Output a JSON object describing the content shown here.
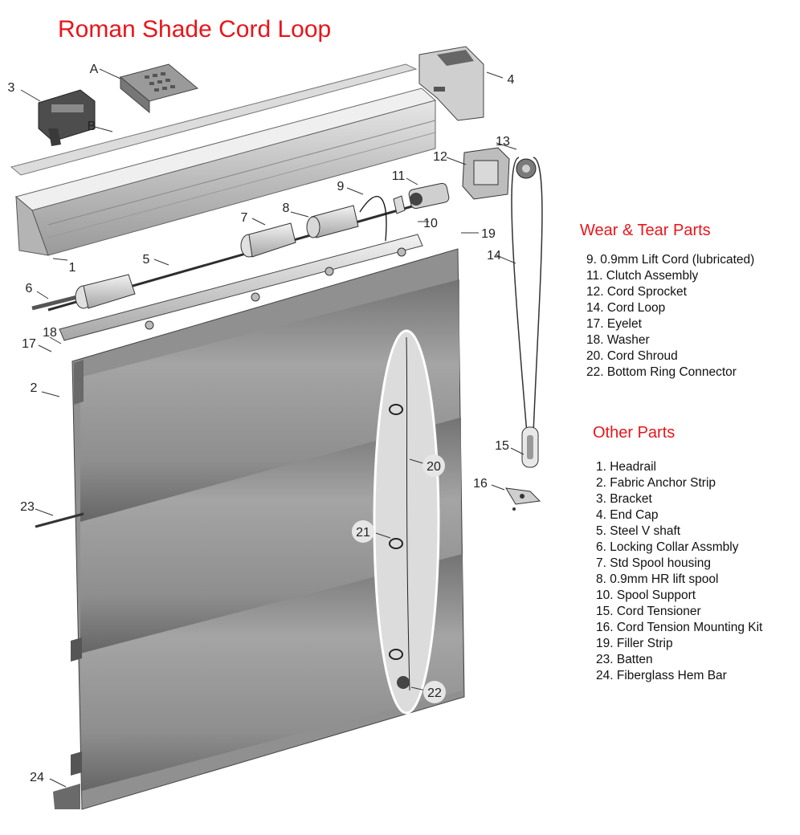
{
  "title": "Roman Shade Cord Loop",
  "wear_tear": {
    "title": "Wear & Tear Parts",
    "items": [
      "9. 0.9mm Lift Cord (lubricated)",
      "11. Clutch Assembly",
      "12. Cord Sprocket",
      "14. Cord Loop",
      "17. Eyelet",
      "18. Washer",
      "20. Cord Shroud",
      "22. Bottom Ring Connector"
    ]
  },
  "other": {
    "title": "Other Parts",
    "items": [
      "1. Headrail",
      "2. Fabric Anchor Strip",
      "3. Bracket",
      "4. End Cap",
      "5. Steel V shaft",
      "6. Locking Collar Assmbly",
      "7. Std Spool housing",
      "8. 0.9mm HR lift spool",
      "10. Spool Support",
      "15. Cord Tensioner",
      "16. Cord Tension Mounting Kit",
      "19. Filler Strip",
      "23. Batten",
      "24. Fiberglass Hem Bar"
    ]
  },
  "callouts": {
    "c1": "1",
    "c2": "2",
    "c3": "3",
    "c4": "4",
    "c5": "5",
    "c6": "6",
    "c7": "7",
    "c8": "8",
    "c9": "9",
    "c10": "10",
    "c11": "11",
    "c12": "12",
    "c13": "13",
    "c14": "14",
    "c15": "15",
    "c16": "16",
    "c17": "17",
    "c18": "18",
    "c19": "19",
    "c20": "20",
    "c21": "21",
    "c22": "22",
    "c23": "23",
    "c24": "24",
    "cA": "A",
    "cB": "B"
  },
  "colors": {
    "title": "#e8151b",
    "fabric": "#8a8a8a",
    "metal": "#c9c9c9"
  }
}
